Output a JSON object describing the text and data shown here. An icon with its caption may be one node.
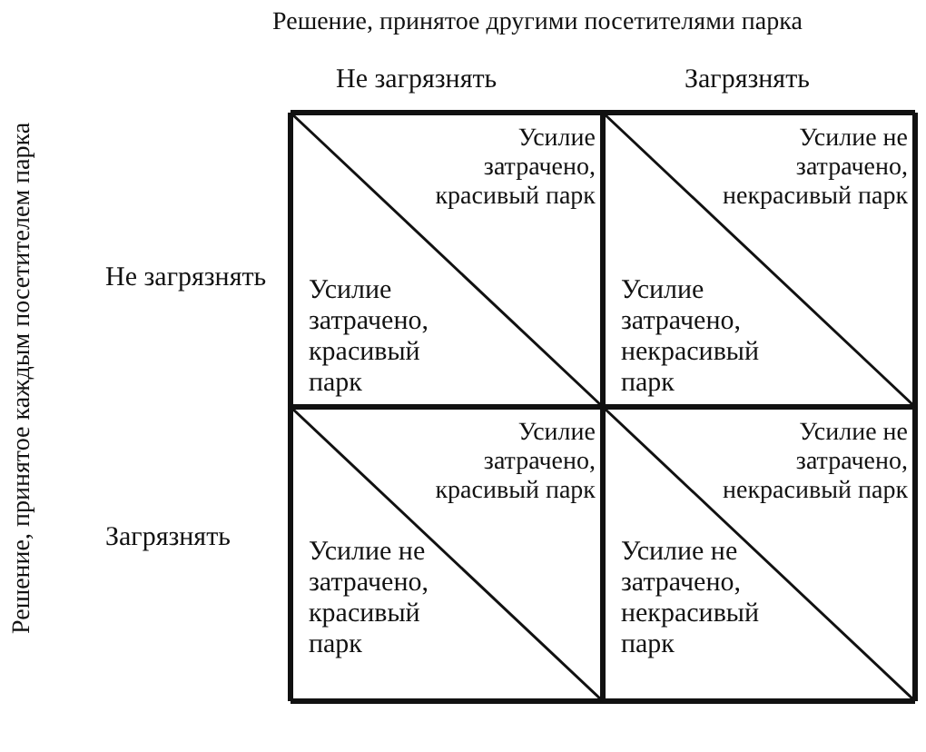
{
  "diagram": {
    "labels": [
      "Решение, принятое другими посетителями парка",
      "Решение, принятое каждым посетителем парка",
      "Не загрязнять",
      "Загрязнять",
      "Не загрязнять",
      "Усилие затрачено, красивый парк",
      "Усилие затрачено, красивый парк",
      "Усилие не затрачено, некрасивый парк",
      "Усилие затрачено, некрасивый парк",
      "Загрязнять",
      "Усилие затрачено, красивый парк",
      "Усилие не затрачено, красивый парк",
      "Усилие не затрачено, некрасивый парк",
      "Усилие не затрачено, некрасивый парк"
    ]
  }
}
